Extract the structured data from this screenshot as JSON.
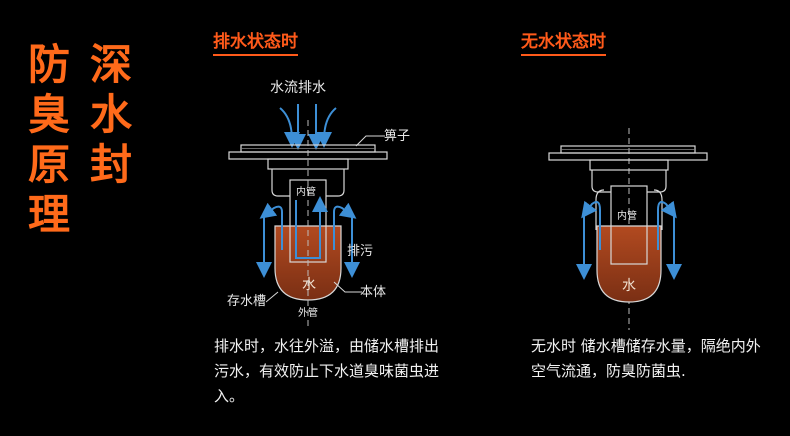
{
  "main_title": {
    "column_1": [
      "防",
      "臭",
      "原",
      "理"
    ],
    "column_2": [
      "深",
      "水",
      "封"
    ]
  },
  "states": {
    "drain": {
      "heading": "排水状态时",
      "labels": {
        "flow": "水流排水",
        "grate": "箅子",
        "inner_pipe": "内管",
        "discharge": "排污",
        "water": "水",
        "body": "本体",
        "storage": "存水槽",
        "outer_pipe": "外管"
      },
      "description": "排水时，水往外溢，由储水槽排出污水，有效防止下水道臭味菌虫进入。"
    },
    "dry": {
      "heading": "无水状态时",
      "labels": {
        "inner_pipe": "内管",
        "water": "水"
      },
      "description": "无水时 储水槽储存水量，隔绝内外空气流通，防臭防菌虫."
    }
  },
  "colors": {
    "accent": "#ff6a1a",
    "water": "#a0411f",
    "line": "#d8d8d8",
    "arrow": "#3d8fd6"
  }
}
